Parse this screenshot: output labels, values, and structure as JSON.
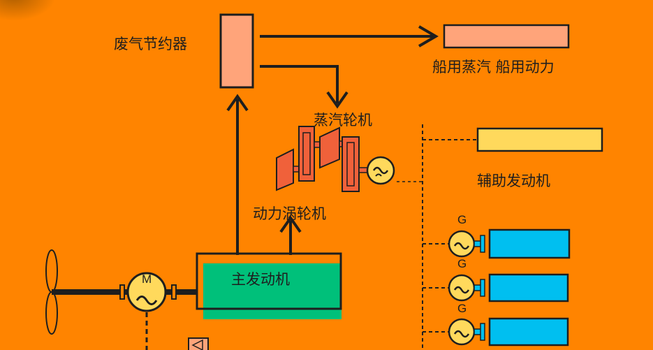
{
  "colors": {
    "background": "#FF8400",
    "line": "#1e1e1e",
    "economizer": "#FFA47A",
    "steam_bar": "#FFA47A",
    "turbine": "#F0613A",
    "aux_bar": "#FFD95C",
    "main_engine": "#00C07A",
    "gen_set": "#00BFF0",
    "generator_disk": "#FFD95C"
  },
  "labels": {
    "economizer": "废气节约器",
    "steam_outputs": "船用蒸汽 船用动力",
    "steam_turbine": "蒸汽轮机",
    "power_turbine": "动力涡轮机",
    "aux_engine": "辅助发动机",
    "main_engine": "主发动机",
    "motor_symbol": "M",
    "generator_symbols": [
      "G",
      "G",
      "G"
    ]
  },
  "icons": {
    "propeller": "propeller-icon",
    "motor": "motor-icon",
    "generator": "generator-icon",
    "ac": "ac-sine-icon"
  }
}
